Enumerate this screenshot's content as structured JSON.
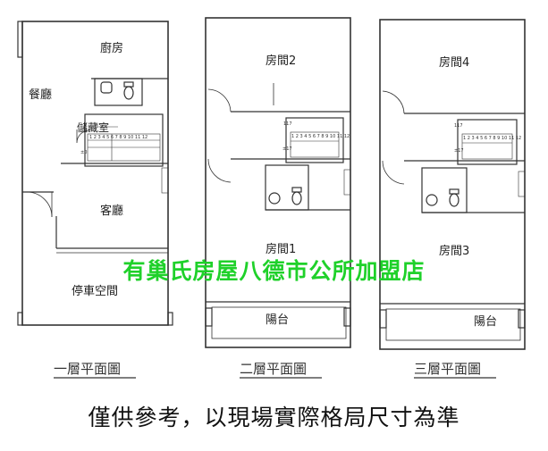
{
  "floor1": {
    "kitchen": "廚房",
    "dining": "餐廳",
    "storage": "儲藏室",
    "living": "客廳",
    "parking": "停車空間",
    "caption": "一層平面圖",
    "stair_steps": "1 2 3 4 5 6 7 8 9 10 11 12",
    "stair_level": "±0"
  },
  "floor2": {
    "room_a": "房間2",
    "room_b": "房間1",
    "balcony": "陽台",
    "caption": "二層平面圖",
    "stair_steps": "1 2 3 4 5 6 7 8 9 10 11 12",
    "stair_level_a": "117",
    "stair_level_b": "±17"
  },
  "floor3": {
    "room_a": "房間4",
    "room_b": "房間3",
    "balcony": "陽台",
    "caption": "三層平面圖",
    "stair_steps": "1 2 3 4 5 6 7 8 9 10 11 12",
    "stair_level_a": "117",
    "stair_level_b": "±17"
  },
  "watermark": "有巢氏房屋八德市公所加盟店",
  "disclaimer": "僅供參考，以現場實際格局尺寸為準",
  "colors": {
    "line": "#333333",
    "watermark": "#1fd12a",
    "background": "#ffffff"
  }
}
